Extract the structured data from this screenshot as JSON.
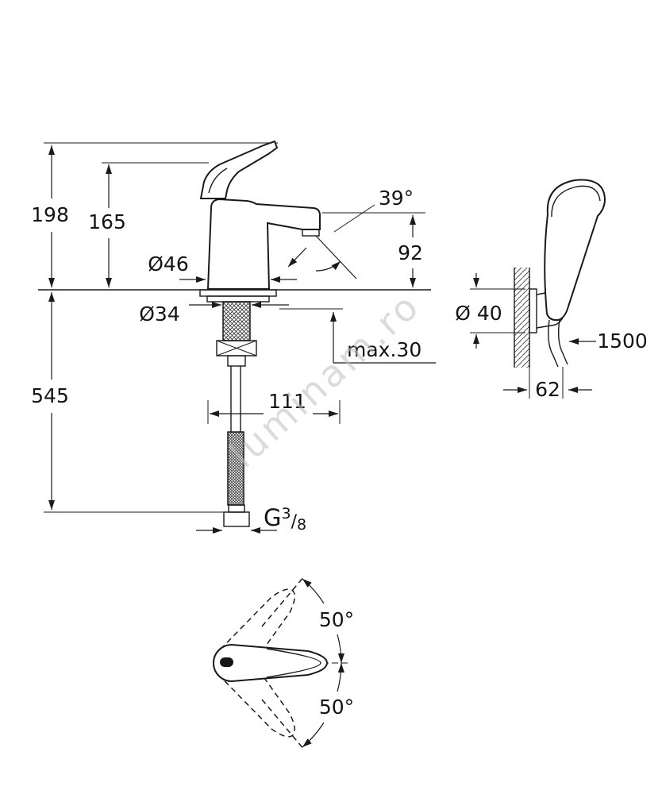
{
  "watermark": "luminam.ro",
  "front_view": {
    "height_total": "198",
    "height_to_spout_base": "165",
    "depth_below_deck": "545",
    "spout_angle": "39°",
    "spout_outlet_height": "92",
    "base_diameter": "Ø46",
    "shank_diameter": "Ø34",
    "max_deck_thickness": "max.30",
    "hose_offset": "111",
    "thread_g": "G",
    "thread_num": "3",
    "thread_slash": "/",
    "thread_den": "8"
  },
  "side_view": {
    "holder_diameter": "Ø 40",
    "hose_length": "1500",
    "wall_offset": "62"
  },
  "top_view": {
    "swivel_up": "50°",
    "swivel_down": "50°"
  }
}
